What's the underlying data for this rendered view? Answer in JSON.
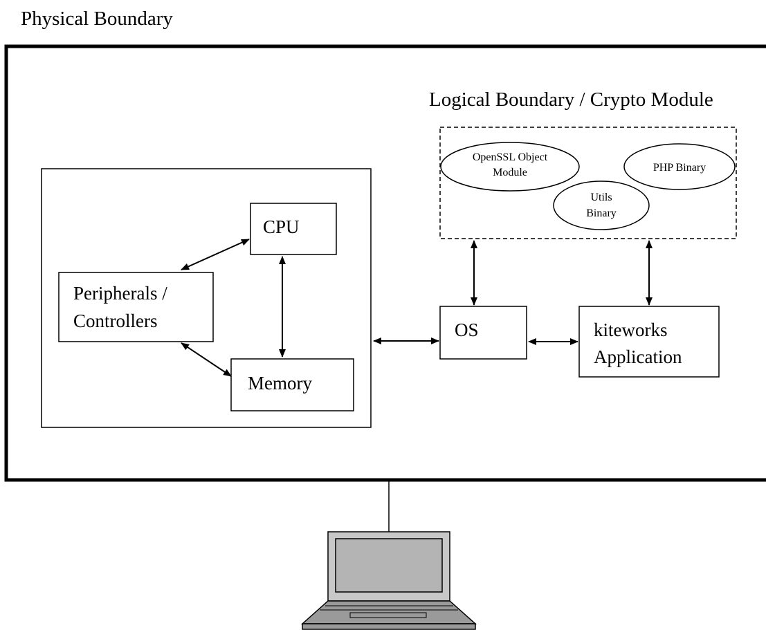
{
  "diagram": {
    "physical_boundary_label": "Physical Boundary",
    "logical_boundary_label": "Logical Boundary / Crypto Module",
    "modules": {
      "openssl": [
        "OpenSSL Object",
        "Module"
      ],
      "php": "PHP Binary",
      "utils": [
        "Utils",
        "Binary"
      ]
    },
    "host": {
      "cpu": "CPU",
      "peripherals": [
        "Peripherals /",
        "Controllers"
      ],
      "memory": "Memory"
    },
    "os": "OS",
    "kiteworks": [
      "kiteworks",
      "Application"
    ],
    "laptop_icon": "laptop-icon"
  }
}
